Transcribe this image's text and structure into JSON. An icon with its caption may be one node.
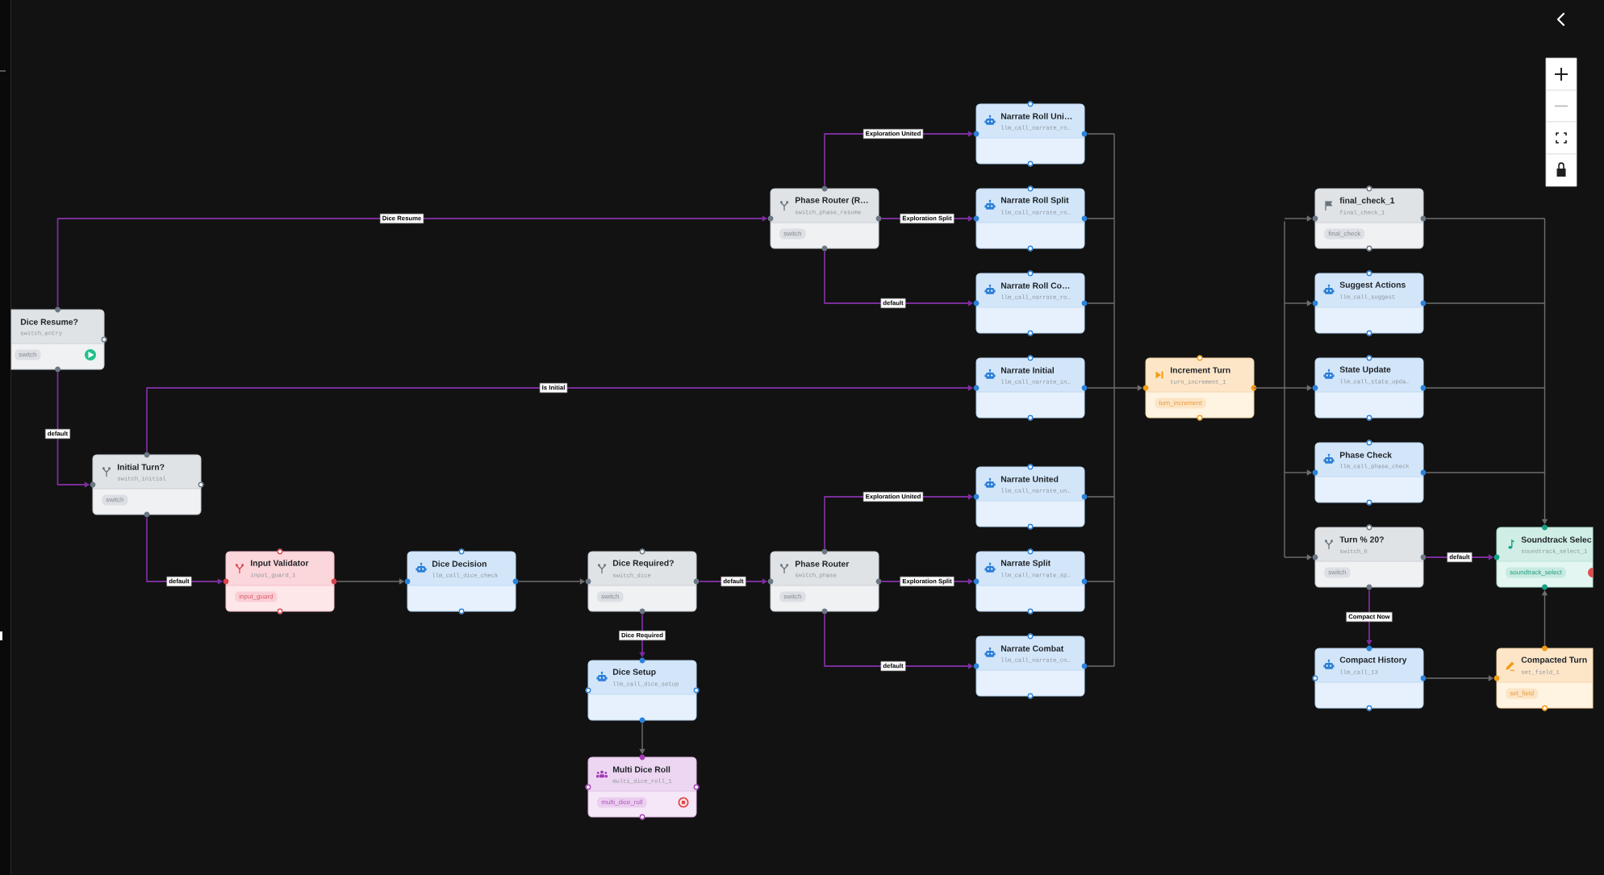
{
  "diagram": {
    "nodes": [
      {
        "text": [
          "Dice Resume?",
          "switch_entry",
          "switch"
        ]
      },
      {
        "text": [
          "Initial Turn?",
          "switch_initial",
          "switch"
        ]
      },
      {
        "text": [
          "Input Validator",
          "input_guard_1",
          "input_guard"
        ]
      },
      {
        "text": [
          "Dice Decision",
          "llm_call_dice_check"
        ]
      },
      {
        "text": [
          "Dice Required?",
          "switch_dice",
          "switch"
        ]
      },
      {
        "text": [
          "Dice Setup",
          "llm_call_dice_setup"
        ]
      },
      {
        "text": [
          "Multi Dice Roll",
          "multi_dice_roll_1",
          "multi_dice_roll"
        ]
      },
      {
        "text": [
          "Phase Router (R…",
          "switch_phase_resume",
          "switch"
        ]
      },
      {
        "text": [
          "Phase Router",
          "switch_phase",
          "switch"
        ]
      },
      {
        "text": [
          "Narrate Roll Uni…",
          "llm_call_narrate_ro…"
        ]
      },
      {
        "text": [
          "Narrate Roll Split",
          "llm_call_narrate_ro…"
        ]
      },
      {
        "text": [
          "Narrate Roll Co…",
          "llm_call_narrate_ro…"
        ]
      },
      {
        "text": [
          "Narrate Initial",
          "llm_call_narrate_in…"
        ]
      },
      {
        "text": [
          "Narrate United",
          "llm_call_narrate_un…"
        ]
      },
      {
        "text": [
          "Narrate Split",
          "llm_call_narrate_sp…"
        ]
      },
      {
        "text": [
          "Narrate Combat",
          "llm_call_narrate_co…"
        ]
      },
      {
        "text": [
          "Increment Turn",
          "turn_increment_1",
          "turn_increment"
        ]
      },
      {
        "text": [
          "final_check_1",
          "final_check_1",
          "final_check"
        ]
      },
      {
        "text": [
          "Suggest Actions",
          "llm_call_suggest"
        ]
      },
      {
        "text": [
          "State Update",
          "llm_call_state_upda…"
        ]
      },
      {
        "text": [
          "Phase Check",
          "llm_call_phase_check"
        ]
      },
      {
        "text": [
          "Turn % 20?",
          "switch_6",
          "switch"
        ]
      },
      {
        "text": [
          "Soundtrack Selec",
          "soundtrack_select_1",
          "soundtrack_select"
        ]
      },
      {
        "text": [
          "Compact History",
          "llm_call_13"
        ]
      },
      {
        "text": [
          "Compacted Turn",
          "set_field_1",
          "set_field"
        ]
      }
    ],
    "edges": [
      {
        "from": 0,
        "to": 1,
        "arrow": "to",
        "label": "default",
        "color": "#7b2d9b"
      },
      {
        "from": 0,
        "to": 7,
        "arrow": "to",
        "label": "Dice Resume",
        "color": "#7b2d9b"
      },
      {
        "from": 1,
        "to": 12,
        "arrow": "to",
        "label": "Is Initial",
        "color": "#7b2d9b"
      },
      {
        "from": 1,
        "to": 2,
        "arrow": "to",
        "label": "default",
        "color": "#7b2d9b"
      },
      {
        "from": 2,
        "to": 3,
        "arrow": "to"
      },
      {
        "from": 3,
        "to": 4,
        "arrow": "to"
      },
      {
        "from": 4,
        "to": 8,
        "arrow": "to",
        "label": "default",
        "color": "#7b2d9b"
      },
      {
        "from": 4,
        "to": 5,
        "arrow": "to",
        "label": "Dice Required",
        "color": "#7b2d9b"
      },
      {
        "from": 5,
        "to": 6,
        "arrow": "to"
      },
      {
        "from": 7,
        "to": 9,
        "arrow": "to",
        "label": "Exploration United",
        "color": "#7b2d9b"
      },
      {
        "from": 7,
        "to": 10,
        "arrow": "to",
        "label": "Exploration Split",
        "color": "#7b2d9b"
      },
      {
        "from": 7,
        "to": 11,
        "arrow": "to",
        "label": "default",
        "color": "#7b2d9b"
      },
      {
        "from": 8,
        "to": 13,
        "arrow": "to",
        "label": "Exploration United",
        "color": "#7b2d9b"
      },
      {
        "from": 8,
        "to": 14,
        "arrow": "to",
        "label": "Exploration Split",
        "color": "#7b2d9b"
      },
      {
        "from": 8,
        "to": 15,
        "arrow": "to",
        "label": "default",
        "color": "#7b2d9b"
      },
      {
        "from": 9,
        "to": 16,
        "arrow": "to"
      },
      {
        "from": 10,
        "to": 16,
        "arrow": "to"
      },
      {
        "from": 11,
        "to": 16,
        "arrow": "to"
      },
      {
        "from": 12,
        "to": 16,
        "arrow": "to"
      },
      {
        "from": 13,
        "to": 16,
        "arrow": "to"
      },
      {
        "from": 14,
        "to": 16,
        "arrow": "to"
      },
      {
        "from": 15,
        "to": 16,
        "arrow": "to"
      },
      {
        "from": 16,
        "to": 17,
        "arrow": "to"
      },
      {
        "from": 16,
        "to": 18,
        "arrow": "to"
      },
      {
        "from": 16,
        "to": 19,
        "arrow": "to"
      },
      {
        "from": 16,
        "to": 20,
        "arrow": "to"
      },
      {
        "from": 16,
        "to": 21,
        "arrow": "to"
      },
      {
        "from": 17,
        "to": 22,
        "arrow": "to"
      },
      {
        "from": 18,
        "to": 22,
        "arrow": "to"
      },
      {
        "from": 19,
        "to": 22,
        "arrow": "to"
      },
      {
        "from": 20,
        "to": 22,
        "arrow": "to"
      },
      {
        "from": 21,
        "to": 22,
        "arrow": "to",
        "label": "default",
        "color": "#7b2d9b"
      },
      {
        "from": 21,
        "to": 23,
        "arrow": "to",
        "label": "Compact Now",
        "color": "#7b2d9b"
      },
      {
        "from": 23,
        "to": 24,
        "arrow": "to"
      },
      {
        "from": 24,
        "to": 22,
        "arrow": "to"
      }
    ]
  }
}
